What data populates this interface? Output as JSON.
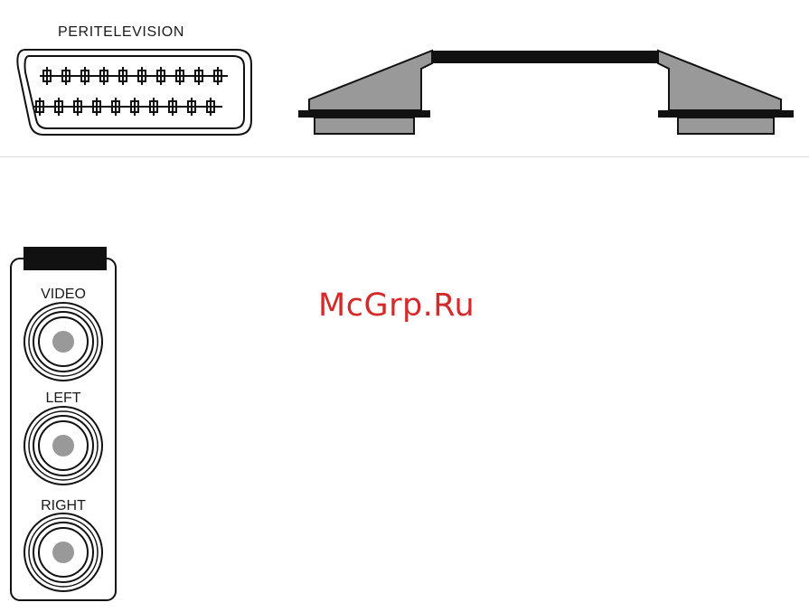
{
  "scart": {
    "label": "PERITELEVISION"
  },
  "rca_panel": {
    "jacks": [
      {
        "label": "VIDEO"
      },
      {
        "label": "LEFT"
      },
      {
        "label": "RIGHT"
      }
    ]
  },
  "watermark": {
    "text": "McGrp.Ru",
    "color": "#d42a2a"
  }
}
